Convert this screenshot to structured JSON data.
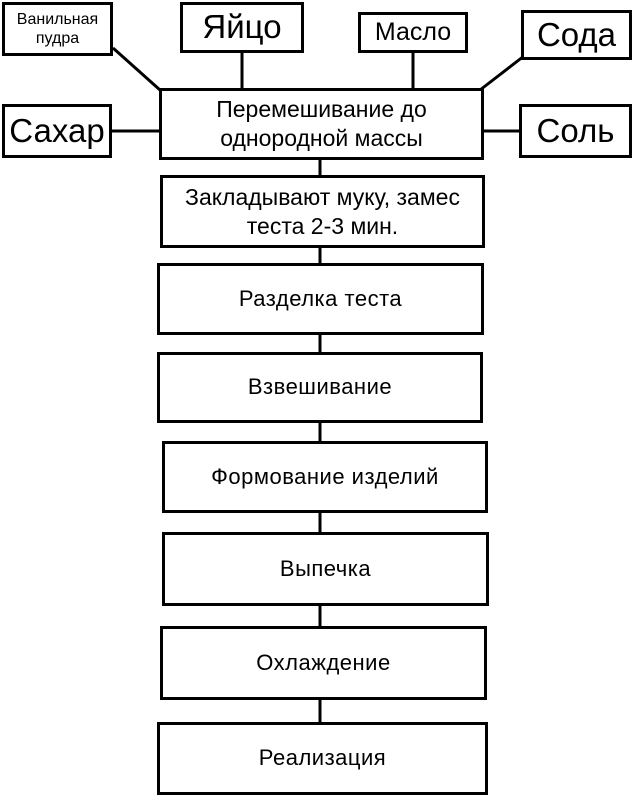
{
  "ingredients": {
    "vanilla": "Ванильная пудра",
    "egg": "Яйцо",
    "butter": "Масло",
    "soda": "Сода",
    "sugar": "Сахар",
    "salt": "Соль"
  },
  "steps": [
    "Перемешивание до однородной массы",
    "Закладывают муку, замес теста 2-3 мин.",
    "Разделка теста",
    "Взвешивание",
    "Формование изделий",
    "Выпечка",
    "Охлаждение",
    "Реализация"
  ]
}
